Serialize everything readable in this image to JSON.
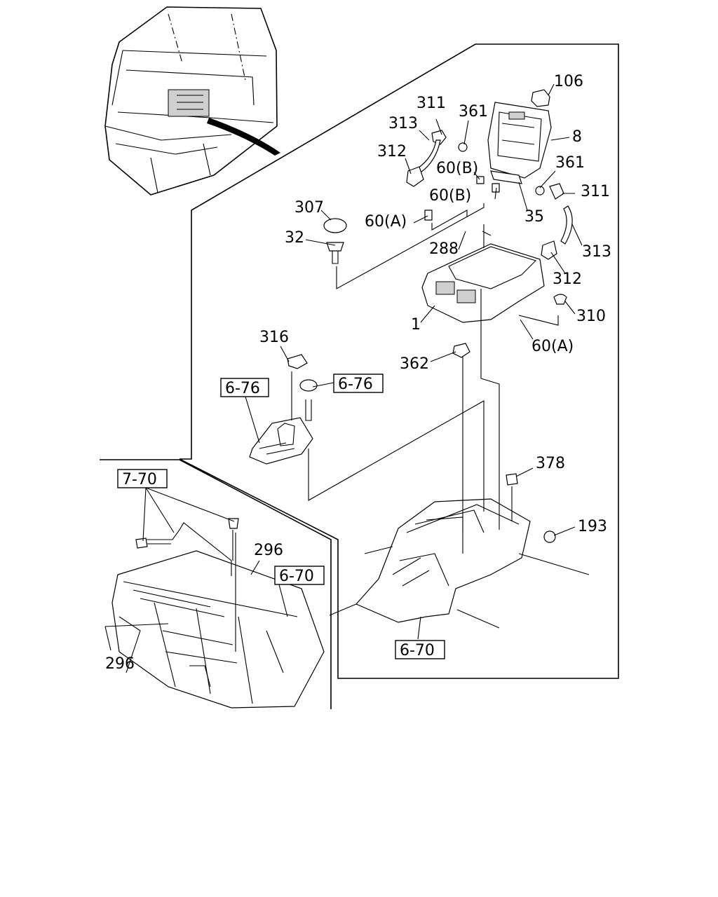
{
  "labels": {
    "p106": "106",
    "p311a": "311",
    "p361a": "361",
    "p313a": "313",
    "p8": "8",
    "p312a": "312",
    "p60b1": "60(B)",
    "p361b": "361",
    "p60b2": "60(B)",
    "p311b": "311",
    "p307": "307",
    "p60a1": "60(A)",
    "p35": "35",
    "p32": "32",
    "p288": "288",
    "p313b": "313",
    "p312b": "312",
    "p310": "310",
    "p1": "1",
    "p60a2": "60(A)",
    "p316": "316",
    "p362": "362",
    "p378": "378",
    "p193": "193",
    "p296a": "296",
    "p296b": "296"
  },
  "refs": {
    "r676a": "6-76",
    "r676b": "6-76",
    "r770": "7-70",
    "r670a": "6-70",
    "r670b": "6-70"
  }
}
